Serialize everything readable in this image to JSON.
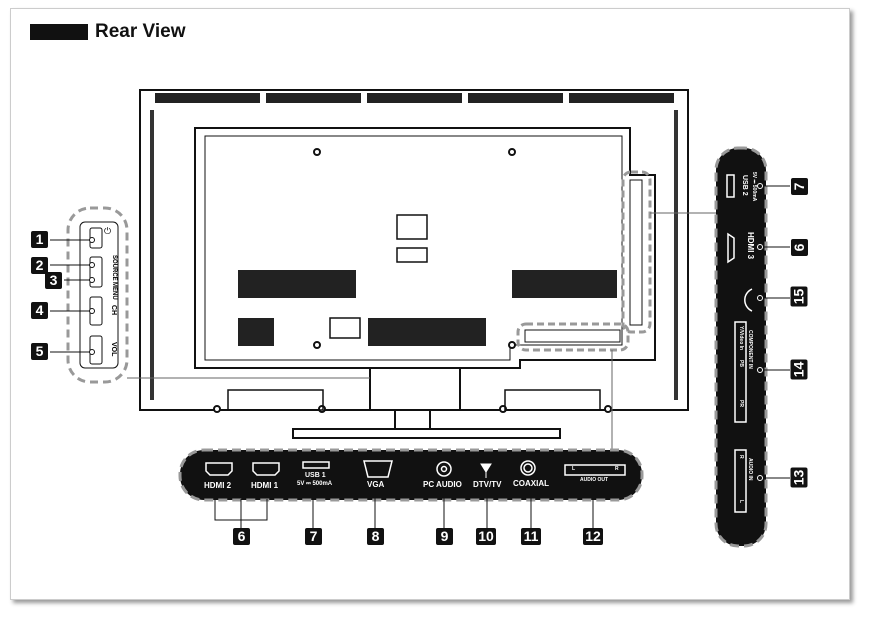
{
  "title": "Rear View",
  "callouts": {
    "n1": "1",
    "n2": "2",
    "n3": "3",
    "n4": "4",
    "n5": "5",
    "n6": "6",
    "n7": "7",
    "n8": "8",
    "n9": "9",
    "n10": "10",
    "n11": "11",
    "n12": "12",
    "n13": "13",
    "n14": "14",
    "n15": "15"
  },
  "side_buttons": {
    "source": "SOURCE",
    "menu": "MENU",
    "ch": "CH",
    "vol": "VOL"
  },
  "bottom_ports": {
    "hdmi2": "HDMI 2",
    "hdmi1": "HDMI 1",
    "usb1": "USB 1",
    "usb1_rating": "5V ⎓ 500mA",
    "vga": "VGA",
    "pc_audio": "PC  AUDIO",
    "dtv": "DTV/TV",
    "coaxial": "COAXIAL",
    "audio_out": "AUDIO OUT",
    "audio_out_l": "L",
    "audio_out_r": "R"
  },
  "side_ports": {
    "usb2": "USB 2",
    "usb2_rating": "5V ⎓ 500mA",
    "hdmi3": "HDMI 3",
    "component_in": "COMPONENT IN",
    "y_video": "Y/Video In",
    "pb": "PB",
    "pr": "PR",
    "audio_in": "AUDIO IN",
    "audio_in_r": "R",
    "audio_in_l": "L"
  }
}
